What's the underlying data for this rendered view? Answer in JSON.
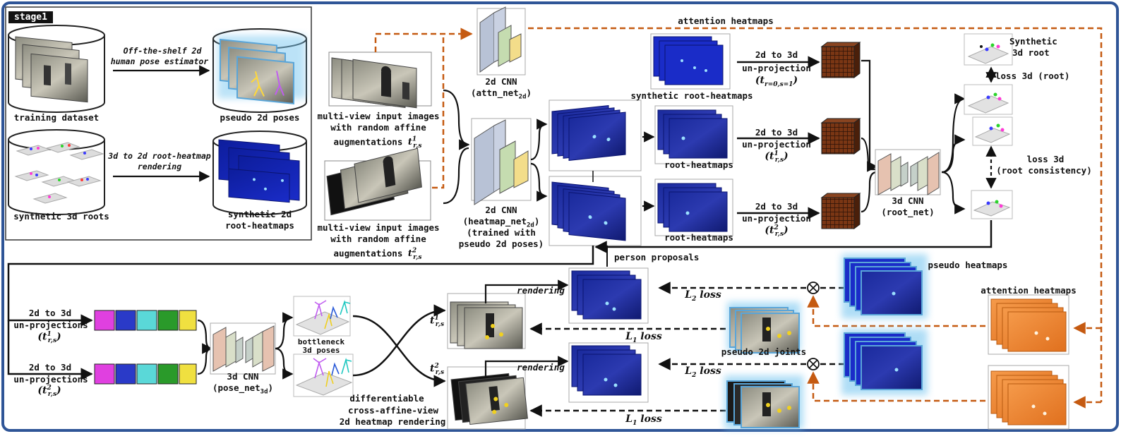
{
  "stage1": {
    "tag": "stage1",
    "training_dataset": "training dataset",
    "estimator_line1": "Off-the-shelf 2d",
    "estimator_line2": "human pose estimator",
    "pseudo_2d_poses": "pseudo 2d poses",
    "synthetic_3d_roots": "synthetic 3d roots",
    "rendering_line1": "3d to 2d root-heatmap",
    "rendering_line2": "rendering",
    "synthetic_2d_heatmaps_line1": "synthetic 2d",
    "synthetic_2d_heatmaps_line2": "root-heatmaps"
  },
  "inputs": {
    "view1_line1": "multi-view input images",
    "view1_line2": "with random affine",
    "view1_line3": "augmentations",
    "view2_line1": "multi-view input images",
    "view2_line2": "with random affine",
    "view2_line3": "augmentations"
  },
  "networks": {
    "attn_line1": "2d CNN",
    "attn_name": "(attn_net",
    "attn_sub": "2d",
    "attn_close": ")",
    "heatmap_line1": "2d CNN",
    "heatmap_name": "(heatmap_net",
    "heatmap_sub": "2d",
    "heatmap_close": ")",
    "heatmap_line3": "(trained with",
    "heatmap_line4": "pseudo 2d poses)",
    "root_line1": "3d CNN",
    "root_line2": "(root_net)",
    "pose_line1": "3d CNN",
    "pose_name": "(pose_net",
    "pose_sub": "3d",
    "pose_close": ")"
  },
  "labels": {
    "attention_top": "attention heatmaps",
    "synthetic_root_heatmaps": "synthetic root-heatmaps",
    "root_heatmaps_1": "root-heatmaps",
    "root_heatmaps_2": "root-heatmaps",
    "unproj_top_1": "2d to 3d",
    "unproj_top_2": "un-projection",
    "unproj_mid_1": "2d to 3d",
    "unproj_mid_2": "un-projection",
    "unproj_bot_1": "2d to 3d",
    "unproj_bot_2": "un-projection",
    "synthetic_3d_root_1": "Synthetic",
    "synthetic_3d_root_2": "3d root",
    "loss_root": "loss 3d (root)",
    "loss_consistency_1": "loss 3d",
    "loss_consistency_2": "(root consistency)",
    "person_proposals": "person proposals",
    "pseudo_heatmaps": "pseudo heatmaps",
    "attention_right": "attention heatmaps",
    "unprojections_1a": "2d to 3d",
    "unprojections_1b": "un-projections",
    "unprojections_2a": "2d to 3d",
    "unprojections_2b": "un-projections",
    "bottleneck_1": "bottleneck",
    "bottleneck_2": "3d poses",
    "diff_1": "differentiable",
    "diff_2": "cross-affine-view",
    "diff_3": "2d heatmap rendering",
    "rendering_1": "rendering",
    "rendering_2": "rendering",
    "l2_loss_1": "L",
    "l2_loss_2": "L",
    "l1_loss_1": "L",
    "l1_loss_2": "L",
    "l2_sub": "2",
    "l1_sub": "1",
    "loss_word": "loss",
    "pseudo_2d_joints": "pseudo 2d joints",
    "t_r1": "t",
    "t_r2": "t",
    "sup_1": "1",
    "sup_2": "2",
    "sub_rs": "r,s",
    "sub_r0s1": "r=0,s=1"
  },
  "colors": {
    "frame": "#2f5597",
    "orange": "#c55a11",
    "heatmap_dark": "#0b1a8a",
    "heatmap_mid": "#1e2fd1",
    "cube_brown": "#6b2f12",
    "cnn_gray": "#b8c2d6",
    "cnn_green": "#c5dcb0",
    "cnn_yellow": "#f3dd8a",
    "cnn3d_pink": "#e6c2b0",
    "orange_heat": "#f08a3a"
  }
}
